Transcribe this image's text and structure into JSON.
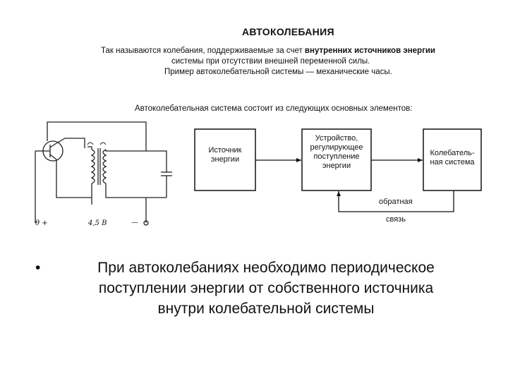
{
  "title": "АВТОКОЛЕБАНИЯ",
  "intro": {
    "line1_a": "Так называются колебания,  поддерживаемые за счет ",
    "line1_b": "внутренних источников энергии",
    "line2": "системы при отсутствии внешней переменной силы.",
    "line3": "Пример автоколебательной системы — механические часы."
  },
  "components_heading": "Автоколебательная система состоит из следующих основных элементов:",
  "blocks": {
    "source": [
      "Источник",
      "энергии"
    ],
    "regulator": [
      "Устройство,",
      "регулирующее",
      "поступление",
      "энергии"
    ],
    "oscillator": [
      "Колебатель-",
      "ная система"
    ]
  },
  "feedback": [
    "обратная",
    "связь"
  ],
  "circuit_labels": {
    "plus": "θ +",
    "voltage": "4,5 В",
    "minus": "—"
  },
  "bullet": {
    "symbol": "•",
    "text_lines": [
      "При автоколебаниях необходимо периодическое",
      "поступлении энергии от собственного источника",
      "внутри колебательной системы"
    ]
  }
}
